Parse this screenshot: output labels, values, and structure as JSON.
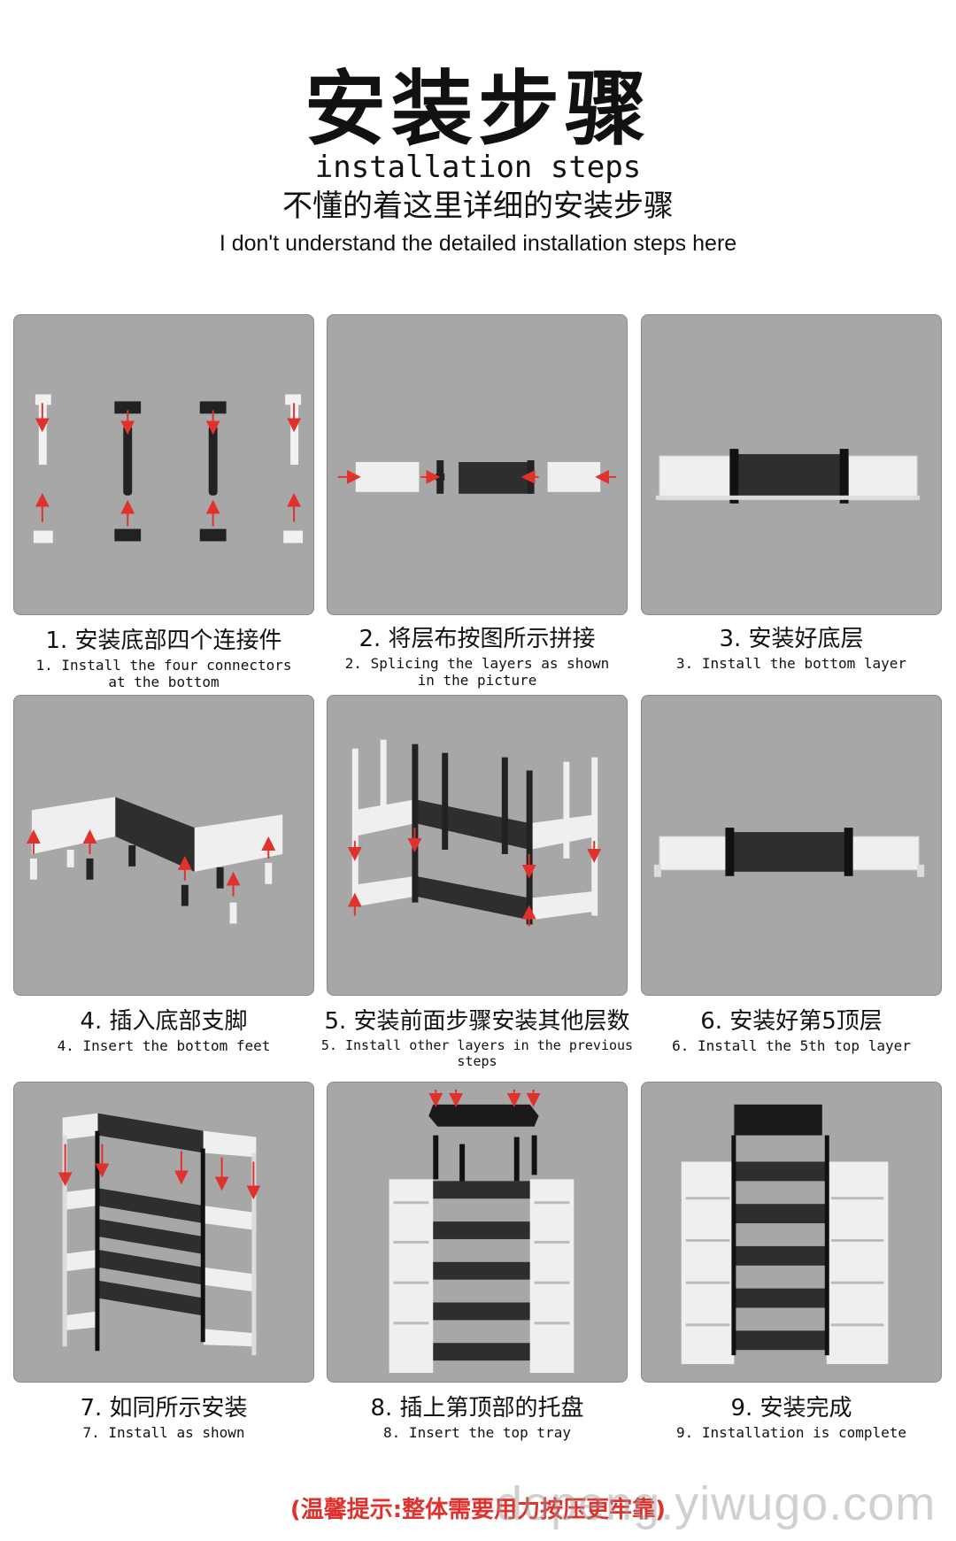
{
  "header": {
    "title_cn": "安装步骤",
    "title_en": "installation steps",
    "subtitle_cn": "不懂的着这里详细的安装步骤",
    "subtitle_en": "I don't understand the detailed installation steps here"
  },
  "steps": [
    {
      "cn": "1. 安装底部四个连接件",
      "en": "1.  Install the four connectors",
      "en2": "at the bottom"
    },
    {
      "cn": "2. 将层布按图所示拼接",
      "en": "2.  Splicing the layers as shown",
      "en2": "in the picture"
    },
    {
      "cn": "3. 安装好底层",
      "en": "3.  Install the bottom layer",
      "en2": ""
    },
    {
      "cn": "4. 插入底部支脚",
      "en": "4.  Insert the bottom feet",
      "en2": ""
    },
    {
      "cn": "5. 安装前面步骤安装其他层数",
      "en": "5.  Install other layers in the previous steps",
      "en2": ""
    },
    {
      "cn": "6. 安装好第5顶层",
      "en": "6.  Install the 5th top layer",
      "en2": ""
    },
    {
      "cn": "7. 如同所示安装",
      "en": "7.  Install as shown",
      "en2": ""
    },
    {
      "cn": "8. 插上第顶部的托盘",
      "en": "8.  Insert the top tray",
      "en2": ""
    },
    {
      "cn": "9. 安装完成",
      "en": "9.  Installation is complete",
      "en2": ""
    }
  ],
  "footer": {
    "tip": "(温馨提示:整体需要用力按压更牢靠)",
    "watermark": "dopeng.yiwugo.com"
  },
  "colors": {
    "panel_bg": "#a7a7a7",
    "arrow_red": "#e0312c",
    "shelf_white": "#efefef",
    "shelf_black": "#2a2a2a"
  }
}
